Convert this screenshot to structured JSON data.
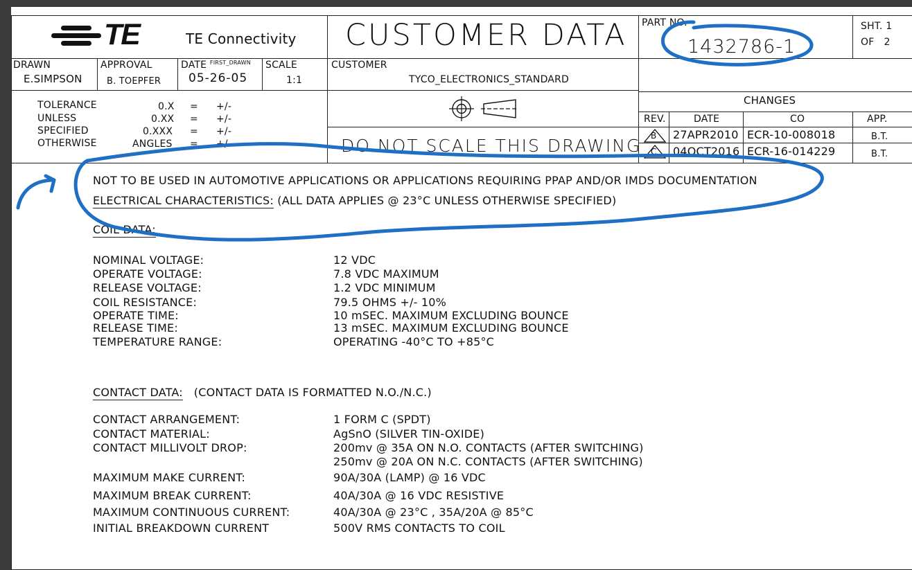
{
  "title_block": {
    "company": "TE Connectivity",
    "logo_text": "TE",
    "doc_title": "CUSTOMER DATA",
    "part_no_label": "PART NO.",
    "part_no": "1432786-1",
    "sheet_label": "SHT.",
    "sheet_no": "1",
    "of_label": "OF",
    "sheet_total": "2",
    "drawn_label": "DRAWN",
    "drawn_by": "E.SIMPSON",
    "approval_label": "APPROVAL",
    "approved_by": "B. TOEPFER",
    "date_label": "DATE",
    "date_tag": "FIRST_DRAWN",
    "date": "05-26-05",
    "scale_label": "SCALE",
    "scale": "1:1",
    "customer_label": "CUSTOMER",
    "customer": "TYCO_ELECTRONICS_STANDARD",
    "tolerance_rows": [
      {
        "label": "TOLERANCE",
        "key": "0.X",
        "eq": "=",
        "val": "+/-"
      },
      {
        "label": "UNLESS",
        "key": "0.XX",
        "eq": "=",
        "val": "+/-"
      },
      {
        "label": "SPECIFIED",
        "key": "0.XXX",
        "eq": "=",
        "val": "+/-"
      },
      {
        "label": "OTHERWISE",
        "key": "ANGLES",
        "eq": "=",
        "val": "+/-"
      }
    ],
    "no_scale_note": "DO NOT SCALE THIS DRAWING",
    "changes_label": "CHANGES",
    "changes_headers": [
      "REV.",
      "DATE",
      "CO",
      "APP."
    ],
    "changes": [
      {
        "rev": "B",
        "date": "27APR2010",
        "co": "ECR-10-008018",
        "app": "B.T."
      },
      {
        "rev": "C",
        "date": "04OCT2016",
        "co": "ECR-16-014229",
        "app": "B.T."
      }
    ]
  },
  "body": {
    "warning": "NOT TO BE USED IN AUTOMOTIVE APPLICATIONS OR APPLICATIONS REQUIRING PPAP AND/OR IMDS DOCUMENTATION",
    "elec_heading": "ELECTRICAL CHARACTERISTICS:",
    "elec_note": "(ALL DATA APPLIES @ 23°C UNLESS OTHERWISE SPECIFIED)",
    "coil_heading": "COIL DATA:",
    "coil_rows": [
      {
        "label": "NOMINAL VOLTAGE:",
        "value": "12 VDC"
      },
      {
        "label": "OPERATE VOLTAGE:",
        "value": "7.8 VDC MAXIMUM"
      },
      {
        "label": "RELEASE VOLTAGE:",
        "value": "1.2 VDC MINIMUM"
      },
      {
        "label": "COIL RESISTANCE:",
        "value": "79.5 OHMS +/- 10%"
      },
      {
        "label": "OPERATE TIME:",
        "value": "10 mSEC. MAXIMUM EXCLUDING BOUNCE"
      },
      {
        "label": "RELEASE TIME:",
        "value": "13 mSEC. MAXIMUM EXCLUDING BOUNCE"
      },
      {
        "label": "TEMPERATURE RANGE:",
        "value": "OPERATING -40°C TO +85°C"
      }
    ],
    "contact_heading": "CONTACT DATA:",
    "contact_note": "(CONTACT DATA IS FORMATTED N.O./N.C.)",
    "contact_rows": [
      {
        "label": "CONTACT ARRANGEMENT:",
        "value": "1 FORM C (SPDT)"
      },
      {
        "label": "CONTACT MATERIAL:",
        "value": "AgSnO (SILVER TIN-OXIDE)"
      },
      {
        "label": "CONTACT MILLIVOLT DROP:",
        "value": "200mv @ 35A ON N.O. CONTACTS (AFTER SWITCHING)"
      },
      {
        "label": "",
        "value": "250mv @ 20A ON N.C. CONTACTS (AFTER SWITCHING)"
      },
      {
        "label": "MAXIMUM MAKE CURRENT:",
        "value": "90A/30A (LAMP) @  16 VDC"
      },
      {
        "label": "MAXIMUM BREAK CURRENT:",
        "value": "40A/30A @ 16 VDC RESISTIVE"
      },
      {
        "label": "MAXIMUM CONTINUOUS CURRENT:",
        "value": "40A/30A @ 23°C , 35A/20A @ 85°C"
      },
      {
        "label": "INITIAL BREAKDOWN CURRENT",
        "value": "500V RMS CONTACTS TO COIL"
      }
    ]
  },
  "colors": {
    "annotation": "#1f6fc5",
    "ink": "#111111",
    "background": "#3a3a3a"
  }
}
